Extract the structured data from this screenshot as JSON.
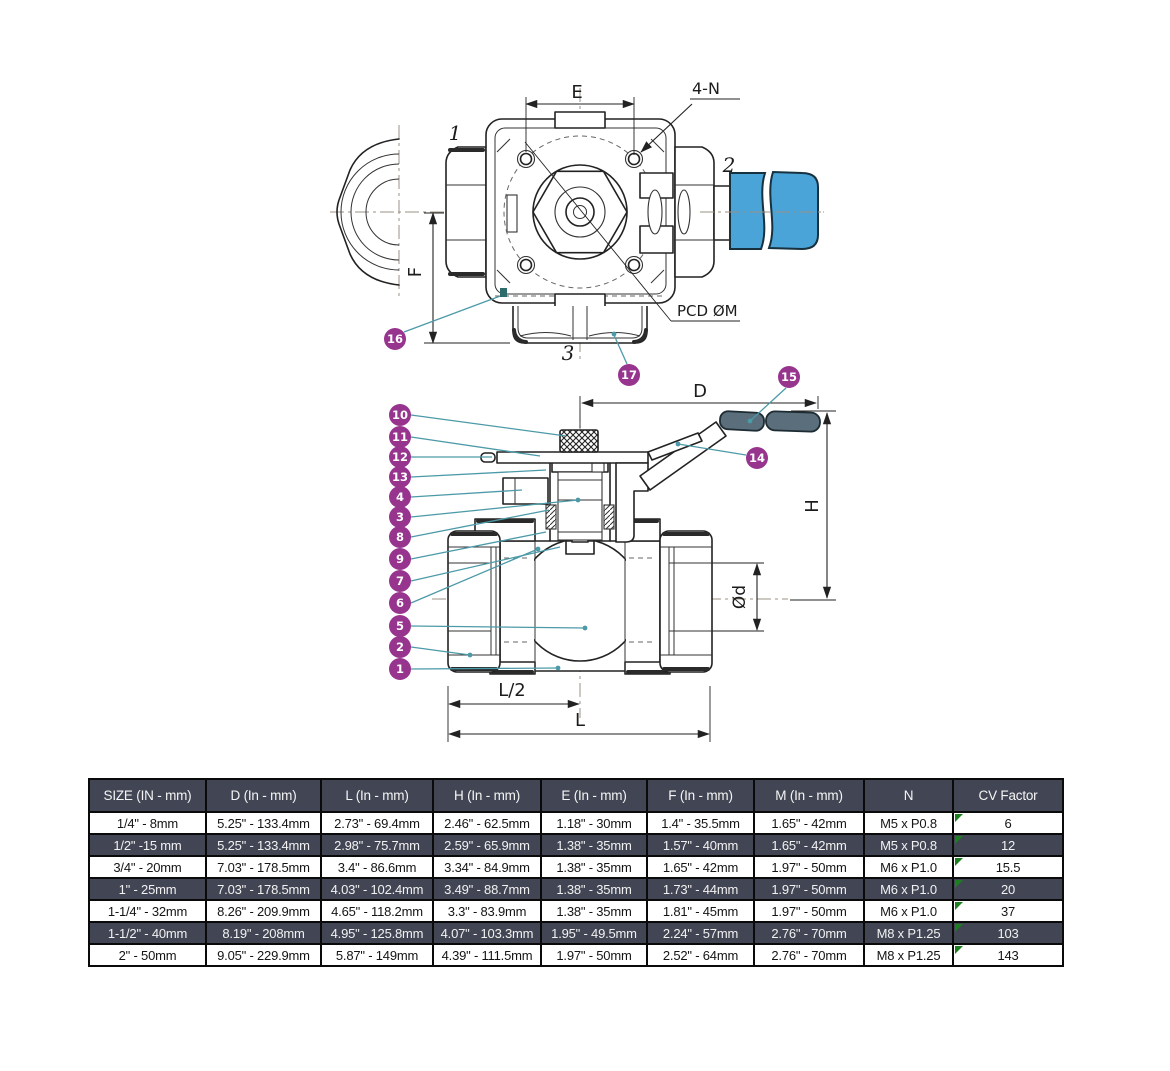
{
  "colors": {
    "callout_circle": "#96348e",
    "leader_teal": "#4c9aa8",
    "handle_blue": "#4aa4d8",
    "grip_slate": "#5b6e7b",
    "table_dark_row": "#424654",
    "cell_marker_green": "#1b7e1f",
    "drawing_line": "#222222"
  },
  "top_view": {
    "labels": {
      "port1": "1",
      "port2": "2",
      "port3": "3"
    },
    "dim_e": "E",
    "dim_f": "F",
    "note_bolts": "4-N",
    "note_pcd": "PCD ØM",
    "callout_16": "16",
    "callout_17": "17"
  },
  "side_view": {
    "dim_d": "D",
    "dim_h": "H",
    "dim_od": "Ød",
    "dim_l2": "L/2",
    "dim_l": "L",
    "callouts_left": [
      "10",
      "11",
      "12",
      "13",
      "4",
      "3",
      "8",
      "9",
      "7",
      "6",
      "5",
      "2",
      "1"
    ],
    "callout_14": "14",
    "callout_15": "15"
  },
  "table": {
    "headers": [
      "SIZE (IN - mm)",
      "D (In - mm)",
      "L (In - mm)",
      "H (In - mm)",
      "E (In - mm)",
      "F (In - mm)",
      "M (In - mm)",
      "N",
      "CV Factor"
    ],
    "rows": [
      {
        "c": [
          "1/4\" - 8mm",
          "5.25\" - 133.4mm",
          "2.73\" - 69.4mm",
          "2.46\" - 62.5mm",
          "1.18\" - 30mm",
          "1.4\" - 35.5mm",
          "1.65\" - 42mm",
          "M5 x P0.8",
          "6"
        ]
      },
      {
        "c": [
          "1/2\" -15 mm",
          "5.25\" - 133.4mm",
          "2.98\" - 75.7mm",
          "2.59\" - 65.9mm",
          "1.38\" - 35mm",
          "1.57\" - 40mm",
          "1.65\" - 42mm",
          "M5 x P0.8",
          "12"
        ]
      },
      {
        "c": [
          "3/4\" - 20mm",
          "7.03\" - 178.5mm",
          "3.4\" - 86.6mm",
          "3.34\" - 84.9mm",
          "1.38\" - 35mm",
          "1.65\" - 42mm",
          "1.97\" - 50mm",
          "M6 x P1.0",
          "15.5"
        ]
      },
      {
        "c": [
          "1\" - 25mm",
          "7.03\" - 178.5mm",
          "4.03\" - 102.4mm",
          "3.49\" - 88.7mm",
          "1.38\" - 35mm",
          "1.73\" - 44mm",
          "1.97\" - 50mm",
          "M6 x P1.0",
          "20"
        ]
      },
      {
        "c": [
          "1-1/4\" - 32mm",
          "8.26\" - 209.9mm",
          "4.65\" - 118.2mm",
          "3.3\" - 83.9mm",
          "1.38\" - 35mm",
          "1.81\" - 45mm",
          "1.97\" - 50mm",
          "M6 x P1.0",
          "37"
        ]
      },
      {
        "c": [
          "1-1/2\" - 40mm",
          "8.19\" - 208mm",
          "4.95\" - 125.8mm",
          "4.07\" - 103.3mm",
          "1.95\" - 49.5mm",
          "2.24\" - 57mm",
          "2.76\" - 70mm",
          "M8 x P1.25",
          "103"
        ]
      },
      {
        "c": [
          "2\" - 50mm",
          "9.05\" - 229.9mm",
          "5.87\" - 149mm",
          "4.39\" - 111.5mm",
          "1.97\" - 50mm",
          "2.52\" - 64mm",
          "2.76\" - 70mm",
          "M8 x P1.25",
          "143"
        ]
      }
    ]
  }
}
